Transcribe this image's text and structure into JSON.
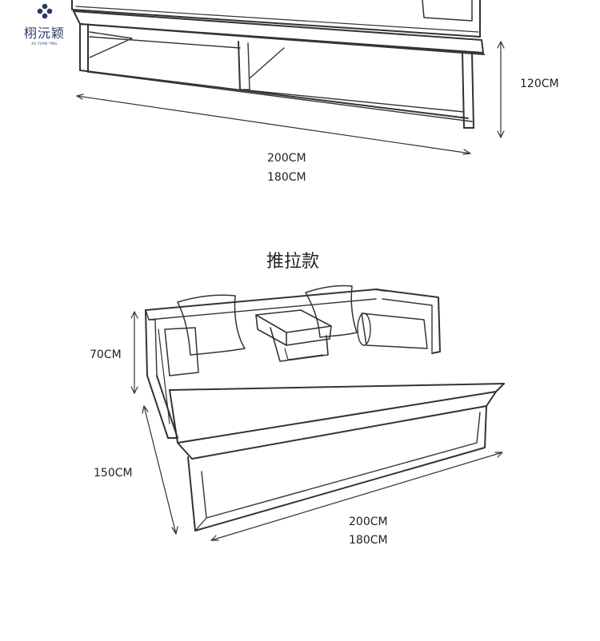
{
  "logo": {
    "name": "栩沅颖",
    "subtitle": "XU YUAN YING",
    "color": "#2a3a66"
  },
  "top_view": {
    "height_label": "120CM",
    "length_label_1": "200CM",
    "length_label_2": "180CM"
  },
  "bottom_view": {
    "title": "推拉款",
    "height_label": "70CM",
    "depth_label": "150CM",
    "length_label_1": "200CM",
    "length_label_2": "180CM"
  }
}
